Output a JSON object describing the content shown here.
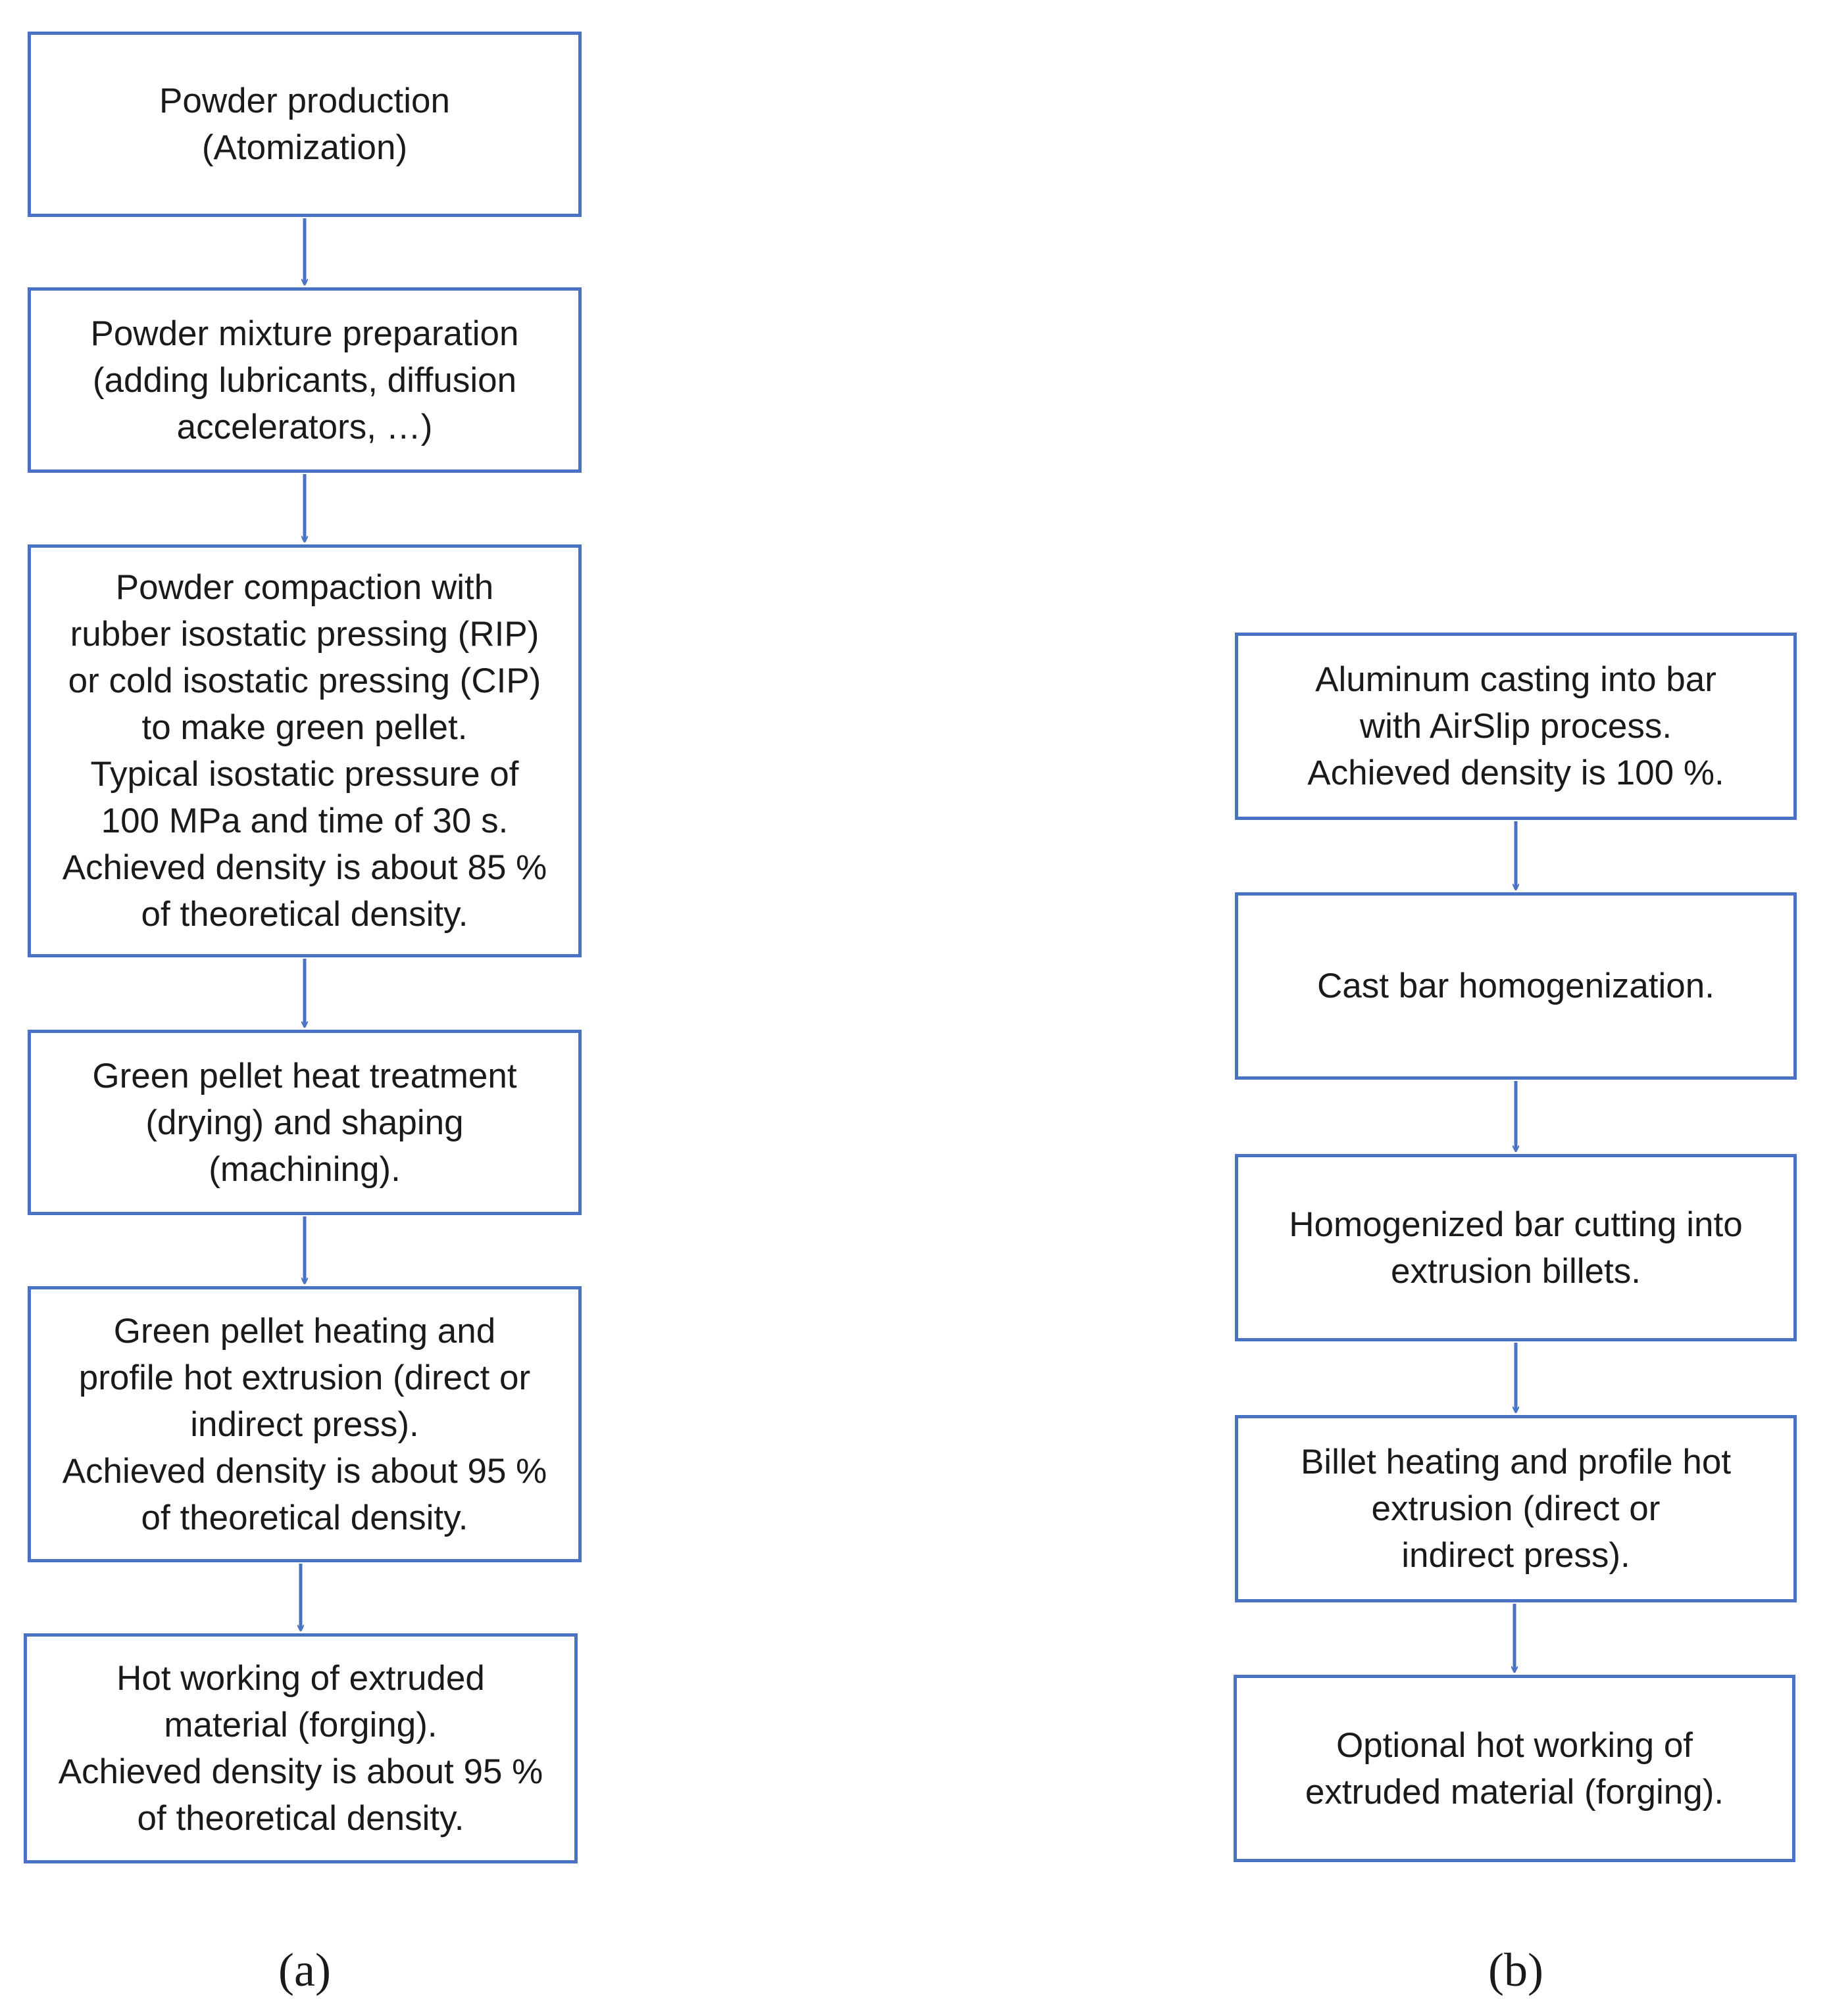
{
  "colors": {
    "box_border": "#4a72c4",
    "arrow": "#4a72c4",
    "text": "#1a1a1a"
  },
  "panel_a": {
    "label": "(a)",
    "steps": [
      {
        "lines": [
          "Powder production",
          "(Atomization)"
        ]
      },
      {
        "lines": [
          "Powder mixture preparation",
          "(adding lubricants, diffusion",
          "accelerators, …)"
        ]
      },
      {
        "lines": [
          "Powder compaction with",
          "rubber isostatic pressing (RIP)",
          "or cold isostatic pressing (CIP)",
          "to make green pellet.",
          "Typical isostatic pressure of",
          "100 MPa and time of 30 s.",
          "Achieved density is about 85 %",
          "of theoretical density."
        ]
      },
      {
        "lines": [
          "Green pellet heat treatment",
          "(drying) and shaping",
          "(machining)."
        ]
      },
      {
        "lines": [
          "Green pellet heating and",
          "profile hot extrusion (direct or",
          "indirect press).",
          "Achieved density is about 95 %",
          "of theoretical density."
        ]
      },
      {
        "lines": [
          "Hot working of extruded",
          "material (forging).",
          "Achieved density is about 95 %",
          "of theoretical density."
        ]
      }
    ]
  },
  "panel_b": {
    "label": "(b)",
    "steps": [
      {
        "lines": [
          "Aluminum casting into bar",
          "with AirSlip process.",
          "Achieved density is 100 %."
        ]
      },
      {
        "lines": [
          "Cast bar homogenization."
        ]
      },
      {
        "lines": [
          "Homogenized bar cutting into",
          "extrusion billets."
        ]
      },
      {
        "lines": [
          "Billet heating and profile hot",
          "extrusion (direct or",
          "indirect press)."
        ]
      },
      {
        "lines": [
          "Optional hot working of",
          "extruded material (forging)."
        ]
      }
    ]
  }
}
